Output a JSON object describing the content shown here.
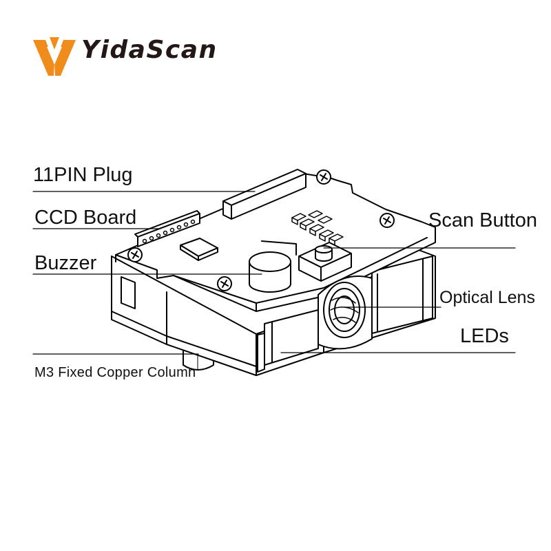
{
  "brand": {
    "name": "YidaScan",
    "logo_icon": "yidascan-logo-icon",
    "colors": {
      "logo": "#f08c1c",
      "text": "#231815"
    }
  },
  "labels": {
    "pin_plug": "11PIN Plug",
    "ccd_board": "CCD Board",
    "buzzer": "Buzzer",
    "scan_button": "Scan Button",
    "optical_lens": "Optical Lens",
    "leds": "LEDs",
    "copper_column": "M3 Fixed Copper Column"
  },
  "line_color": "#000000"
}
